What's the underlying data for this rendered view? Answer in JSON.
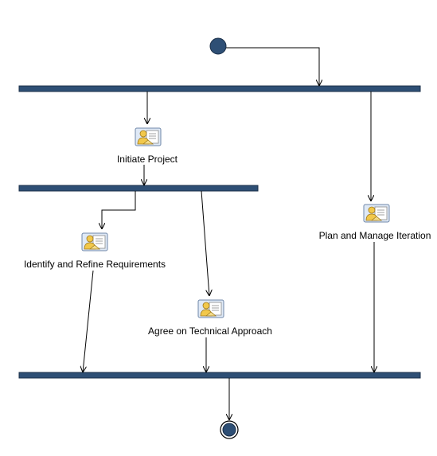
{
  "diagram": {
    "type": "activity",
    "activities": [
      {
        "id": "initiate",
        "label": "Initiate Project",
        "icon": "activity-person-document-icon"
      },
      {
        "id": "plan",
        "label": "Plan and Manage Iteration",
        "icon": "activity-person-document-icon"
      },
      {
        "id": "identify",
        "label": "Identify and Refine Requirements",
        "icon": "activity-person-document-icon"
      },
      {
        "id": "agree",
        "label": "Agree on Technical Approach",
        "icon": "activity-person-document-icon"
      }
    ],
    "nodes": [
      {
        "id": "start",
        "kind": "initial-node"
      },
      {
        "id": "fork-1",
        "kind": "fork"
      },
      {
        "id": "fork-2",
        "kind": "fork"
      },
      {
        "id": "join-1",
        "kind": "join"
      },
      {
        "id": "end",
        "kind": "final-node"
      }
    ],
    "edges": [
      {
        "from": "start",
        "to": "fork-1"
      },
      {
        "from": "fork-1",
        "to": "initiate"
      },
      {
        "from": "fork-1",
        "to": "plan"
      },
      {
        "from": "initiate",
        "to": "fork-2"
      },
      {
        "from": "fork-2",
        "to": "identify"
      },
      {
        "from": "fork-2",
        "to": "agree"
      },
      {
        "from": "identify",
        "to": "join-1"
      },
      {
        "from": "agree",
        "to": "join-1"
      },
      {
        "from": "plan",
        "to": "join-1"
      },
      {
        "from": "join-1",
        "to": "end"
      }
    ],
    "colors": {
      "bar": "#2e4f75",
      "node_fill": "#2e4f75",
      "icon_figure": "#f2c84b"
    }
  }
}
